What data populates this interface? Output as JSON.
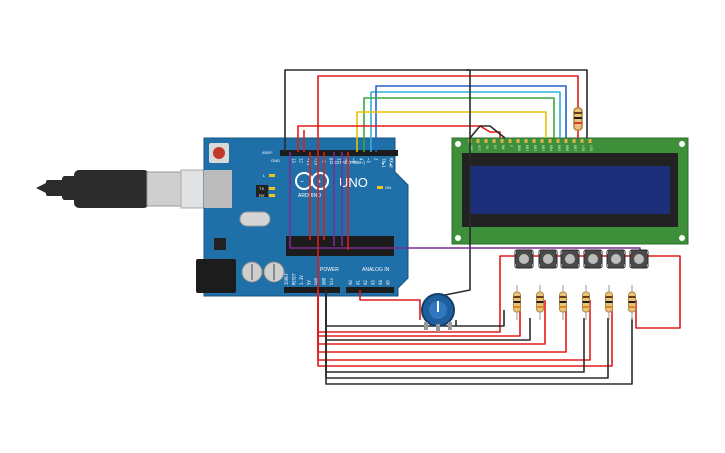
{
  "board": {
    "logo_text": "ARDUINO",
    "model": "UNO",
    "on_label": "ON",
    "digital_label": "DIGITAL (PWM~)",
    "power_label": "POWER",
    "analog_label": "ANALOG IN",
    "aref_label": "AREF",
    "gnd_label": "GND",
    "l_label": "L",
    "tx_label": "TX",
    "rx_label": "RX",
    "digital_pins": [
      "13",
      "12",
      "~11",
      "~10",
      "~9",
      "8",
      "7",
      "~6",
      "~5",
      "4",
      "~3",
      "2",
      "TX▶1",
      "RX◀0"
    ],
    "power_pins": [
      "IOREF",
      "RESET",
      "3.3V",
      "5V",
      "GND",
      "GND",
      "Vin"
    ],
    "analog_pins": [
      "A0",
      "A1",
      "A2",
      "A3",
      "A4",
      "A5"
    ]
  },
  "lcd": {
    "pin_labels": [
      "GND",
      "VCC",
      "V0",
      "RS",
      "RW",
      "E",
      "DB0",
      "DB1",
      "DB2",
      "DB3",
      "DB4",
      "DB5",
      "DB6",
      "DB7",
      "LED",
      "LED"
    ]
  },
  "colors": {
    "board": "#1f6fa8",
    "lcd_pcb": "#3e8f3a",
    "lcd_screen": "#1c2f7a",
    "wire_red": "#e21b1b",
    "wire_black": "#2b2b2b",
    "wire_purple": "#7a2d8f",
    "wire_yellow": "#e6c200",
    "wire_green": "#3aa83a",
    "wire_cyan": "#2fb2d8",
    "wire_blue": "#2463c9"
  },
  "components": {
    "button_count": 6,
    "resistor_count": 7,
    "icons": [
      "usb-cable-icon",
      "potentiometer-icon",
      "push-button-icon",
      "resistor-icon"
    ]
  }
}
